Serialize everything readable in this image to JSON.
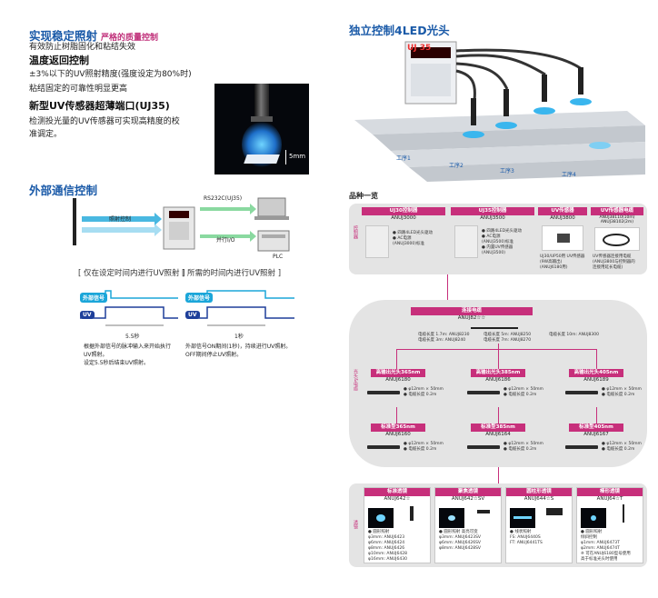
{
  "left": {
    "section1": {
      "title": "实现稳定照射",
      "subtitle": "严格的质量控制",
      "line1": "有效防止树脂固化和粘结失效",
      "heading2": "温度返回控制",
      "line2": "±3%以下的UV照射精度(强度设定为80%时)",
      "line3": "粘结固定的可靠性明显更高",
      "heading3": "新型UV传感器超薄端口(UJ35)",
      "line4": "检测投光量的UV传感器可实现高精度的校",
      "line5": "准调定。",
      "photo_label": "5mm"
    },
    "section2": {
      "title": "外部通信控制",
      "rs232c": "RS232C(UJ35)",
      "irradiation_control": "照射控制",
      "parallel_io": "并行I/O",
      "plc": "PLC",
      "bracket_left": "[ 仅在设定时间内进行UV照射 ]",
      "bracket_right": "[ 所需的时间内进行UV照射 ]",
      "ext_signal": "外部信号",
      "uv": "UV",
      "time_left": "5.5秒",
      "time_right": "1秒",
      "note_left": [
        "根据外部信号的脉冲输入来开始执行",
        "UV照射。",
        "设定5.5秒后结束UV照射。"
      ],
      "note_right": [
        "外部信号ON期间(1秒)，持续进行UV照射。",
        "OFF期间停止UV照射。"
      ]
    }
  },
  "right": {
    "section_title": "独立控制4LED光头",
    "display": "UJ 35",
    "stations": [
      "工序1",
      "工序2",
      "工序3",
      "工序4"
    ],
    "list_title": "品种一览",
    "row1_label": "控制器",
    "row1": [
      {
        "head": "UJ30控制器",
        "model": "ANUJ3000",
        "specs": [
          "● 四路4LED光头驱动",
          "● AC电源",
          "(ANUJ3000)标准"
        ]
      },
      {
        "head": "UJ35控制器",
        "model": "ANUJ3500",
        "specs": [
          "● 四路4LED光头驱动",
          "● AC电源",
          "(ANUJ3500)标准",
          "● 内置UV传感器",
          "(ANUJ3500)"
        ]
      },
      {
        "head": "UV传感器",
        "model": "ANUJ3800",
        "specs": [
          "UJ30/UP50用 UV传感器",
          "(9W高输出)",
          "(ANUJ6180用)"
        ]
      },
      {
        "head": "UV传感器电缆",
        "model": "ANUJ38110(10m)  ANUJ38102(2m)",
        "specs": [
          "UV传感器连接用电缆",
          "(ANUJ3800与控制器的",
          "连接用延长电缆)"
        ]
      }
    ],
    "row2": {
      "head": "连接电缆",
      "model": "ANUJ82☆☆",
      "specs": [
        "电缆长度 1.7m: ANUJ8230",
        "电缆长度 3m: ANUJ8240",
        "电缆长度 5m: ANUJ8250",
        "电缆长度 7m: ANUJ8270",
        "电缆长度 10m: ANUJ8300"
      ]
    },
    "row3_label": "光头&电缆",
    "row3": [
      {
        "head": "高输出光头365nm",
        "model": "ANUJ6180",
        "specs": [
          "● φ12mm × 50mm",
          "● 电缆长度 0.2m"
        ]
      },
      {
        "head": "高输出光头385nm",
        "model": "ANUJ6186",
        "specs": [
          "● φ12mm × 50mm",
          "● 电缆长度 0.2m"
        ]
      },
      {
        "head": "高输出光头405nm",
        "model": "ANUJ6189",
        "specs": [
          "● φ12mm × 50mm",
          "● 电缆长度 0.2m"
        ]
      }
    ],
    "row4": [
      {
        "head": "标准型365nm",
        "model": "ANUJ6160",
        "specs": [
          "● φ12mm × 50mm",
          "● 电缆长度 0.2m"
        ]
      },
      {
        "head": "标准型385nm",
        "model": "ANUJ6164",
        "specs": [
          "● φ12mm × 50mm",
          "● 电缆长度 0.2m"
        ]
      },
      {
        "head": "标准型405nm",
        "model": "ANUJ6167",
        "specs": [
          "● φ12mm × 50mm",
          "● 电缆长度 0.2m"
        ]
      }
    ],
    "row5_label": "透镜",
    "row5": [
      {
        "head": "标准透镜",
        "model": "ANUJ642☆",
        "specs": [
          "● 圆形照射",
          "φ3mm: ANUJ6423",
          "φ6mm: ANUJ6424",
          "φ8mm: ANUJ6426",
          "φ10mm: ANUJ6428",
          "φ16mm: ANUJ6430"
        ]
      },
      {
        "head": "聚焦透镜",
        "model": "ANUJ642☆SV",
        "specs": [
          "● 圆形照射 高亮可变",
          "φ3mm: ANUJ6423SV",
          "φ6mm: ANUJ6426SV",
          "φ8mm: ANUJ6428SV"
        ]
      },
      {
        "head": "圆柱形透镜",
        "model": "ANUJ644☆S",
        "specs": [
          "● 线状照射",
          "FS: ANUJ6440S",
          "FT: ANUJ6441TS"
        ]
      },
      {
        "head": "棒形透镜",
        "model": "ANUJ64☆T",
        "specs": [
          "● 圆形照射",
          "倾斜控制",
          "φ1mm: ANUJ6473T",
          "φ2mm: ANUJ6474T",
          "※ 可在ANUJ6180型号使用",
          "高于标准光头时使用"
        ]
      }
    ],
    "row5_heads_suffix": "(棒形透镜)"
  },
  "colors": {
    "blue_heading": "#1a5aa8",
    "pink_accent": "#c72f7b",
    "cyan_signal": "#1ba6d9",
    "uv_blue": "#1e3f9a",
    "panel_gray": "#e4e4e4"
  }
}
